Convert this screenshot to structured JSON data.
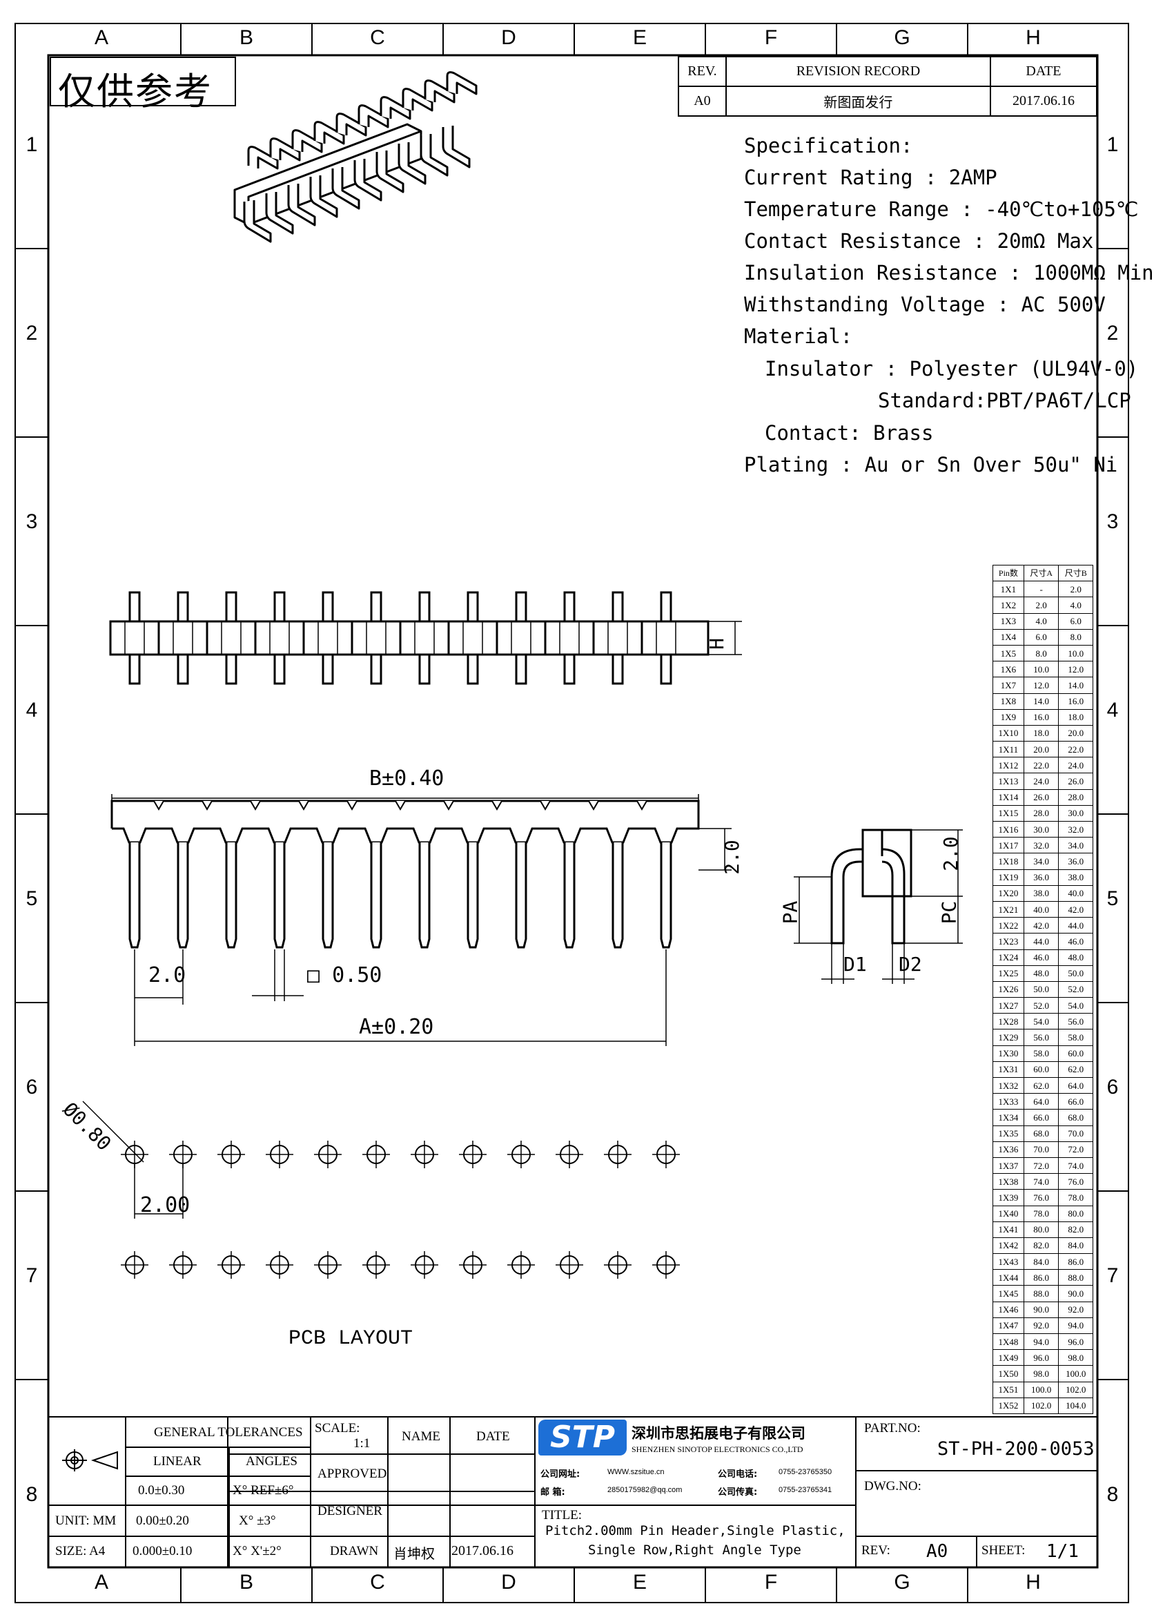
{
  "frame": {
    "col_letters": [
      "A",
      "B",
      "C",
      "D",
      "E",
      "F",
      "G",
      "H"
    ],
    "row_numbers": [
      "1",
      "2",
      "3",
      "4",
      "5",
      "6",
      "7",
      "8"
    ]
  },
  "stamp": "仅供参考",
  "revision": {
    "headers": [
      "REV.",
      "REVISION RECORD",
      "DATE"
    ],
    "row": [
      "A0",
      "新图面发行",
      "2017.06.16"
    ]
  },
  "specification": [
    "Specification:",
    "Current Rating : 2AMP",
    "Temperature Range : -40℃to+105℃",
    "Contact Resistance : 20mΩ Max",
    "Insulation Resistance : 1000MΩ Min",
    "Withstanding Voltage : AC 500V",
    "Material:",
    "Insulator : Polyester (UL94V-0)",
    "Standard:PBT/PA6T/LCP",
    "Contact: Brass",
    "Plating : Au or Sn Over 50u\" Ni"
  ],
  "dim_table": {
    "headers": [
      "Pin数",
      "尺寸A",
      "尺寸B"
    ],
    "rows": [
      [
        "1X1",
        "-",
        "2.0"
      ],
      [
        "1X2",
        "2.0",
        "4.0"
      ],
      [
        "1X3",
        "4.0",
        "6.0"
      ],
      [
        "1X4",
        "6.0",
        "8.0"
      ],
      [
        "1X5",
        "8.0",
        "10.0"
      ],
      [
        "1X6",
        "10.0",
        "12.0"
      ],
      [
        "1X7",
        "12.0",
        "14.0"
      ],
      [
        "1X8",
        "14.0",
        "16.0"
      ],
      [
        "1X9",
        "16.0",
        "18.0"
      ],
      [
        "1X10",
        "18.0",
        "20.0"
      ],
      [
        "1X11",
        "20.0",
        "22.0"
      ],
      [
        "1X12",
        "22.0",
        "24.0"
      ],
      [
        "1X13",
        "24.0",
        "26.0"
      ],
      [
        "1X14",
        "26.0",
        "28.0"
      ],
      [
        "1X15",
        "28.0",
        "30.0"
      ],
      [
        "1X16",
        "30.0",
        "32.0"
      ],
      [
        "1X17",
        "32.0",
        "34.0"
      ],
      [
        "1X18",
        "34.0",
        "36.0"
      ],
      [
        "1X19",
        "36.0",
        "38.0"
      ],
      [
        "1X20",
        "38.0",
        "40.0"
      ],
      [
        "1X21",
        "40.0",
        "42.0"
      ],
      [
        "1X22",
        "42.0",
        "44.0"
      ],
      [
        "1X23",
        "44.0",
        "46.0"
      ],
      [
        "1X24",
        "46.0",
        "48.0"
      ],
      [
        "1X25",
        "48.0",
        "50.0"
      ],
      [
        "1X26",
        "50.0",
        "52.0"
      ],
      [
        "1X27",
        "52.0",
        "54.0"
      ],
      [
        "1X28",
        "54.0",
        "56.0"
      ],
      [
        "1X29",
        "56.0",
        "58.0"
      ],
      [
        "1X30",
        "58.0",
        "60.0"
      ],
      [
        "1X31",
        "60.0",
        "62.0"
      ],
      [
        "1X32",
        "62.0",
        "64.0"
      ],
      [
        "1X33",
        "64.0",
        "66.0"
      ],
      [
        "1X34",
        "66.0",
        "68.0"
      ],
      [
        "1X35",
        "68.0",
        "70.0"
      ],
      [
        "1X36",
        "70.0",
        "72.0"
      ],
      [
        "1X37",
        "72.0",
        "74.0"
      ],
      [
        "1X38",
        "74.0",
        "76.0"
      ],
      [
        "1X39",
        "76.0",
        "78.0"
      ],
      [
        "1X40",
        "78.0",
        "80.0"
      ],
      [
        "1X41",
        "80.0",
        "82.0"
      ],
      [
        "1X42",
        "82.0",
        "84.0"
      ],
      [
        "1X43",
        "84.0",
        "86.0"
      ],
      [
        "1X44",
        "86.0",
        "88.0"
      ],
      [
        "1X45",
        "88.0",
        "90.0"
      ],
      [
        "1X46",
        "90.0",
        "92.0"
      ],
      [
        "1X47",
        "92.0",
        "94.0"
      ],
      [
        "1X48",
        "94.0",
        "96.0"
      ],
      [
        "1X49",
        "96.0",
        "98.0"
      ],
      [
        "1X50",
        "98.0",
        "100.0"
      ],
      [
        "1X51",
        "100.0",
        "102.0"
      ],
      [
        "1X52",
        "102.0",
        "104.0"
      ]
    ]
  },
  "dims": {
    "H": "H",
    "B": "B±0.40",
    "h20": "2.0",
    "pitch": "2.0",
    "pin": "□ 0.50",
    "A": "A±0.20",
    "PA": "PA",
    "PC": "PC",
    "side20": "2.0",
    "D1": "D1",
    "D2": "D2",
    "hole": "Ø0.80",
    "pcb_pitch": "2.00",
    "pcb_label": "PCB LAYOUT"
  },
  "title_block": {
    "tolerances_title": "GENERAL TOLERANCES",
    "linear": "LINEAR",
    "angles": "ANGLES",
    "tol_rows": [
      [
        "0.0±0.30",
        "X° REF±6°"
      ],
      [
        "0.00±0.20",
        "X° ±3°"
      ],
      [
        "0.000±0.10",
        "X° X'±2°"
      ]
    ],
    "unit_label": "UNIT: MM",
    "size_label": "SIZE: A4",
    "scale_label": "SCALE:",
    "scale_value": "1:1",
    "name": "NAME",
    "date": "DATE",
    "approved": "APPROVED",
    "designer": "DESIGNER",
    "drawn": "DRAWN",
    "drawn_name": "肖坤权",
    "drawn_date": "2017.06.16",
    "logo_text": "STP",
    "company_cn": "深圳市思拓展电子有限公司",
    "company_en": "SHENZHEN SINOTOP ELECTRONICS CO.,LTD",
    "web_label": "公司网址:",
    "web": "WWW.szsitue.cn",
    "tel_label": "公司电话:",
    "tel": "0755-23765350",
    "mail_label": "邮  箱:",
    "mail": "2850175982@qq.com",
    "fax_label": "公司传真:",
    "fax": "0755-23765341",
    "title_label": "TITLE:",
    "title_line1": "Pitch2.00mm Pin Header,Single Plastic,",
    "title_line2": "Single Row,Right Angle Type",
    "part_no_label": "PART.NO:",
    "part_no": "ST-PH-200-0053",
    "dwg_no_label": "DWG.NO:",
    "rev_label": "REV:",
    "rev": "A0",
    "sheet_label": "SHEET:",
    "sheet": "1/1"
  }
}
